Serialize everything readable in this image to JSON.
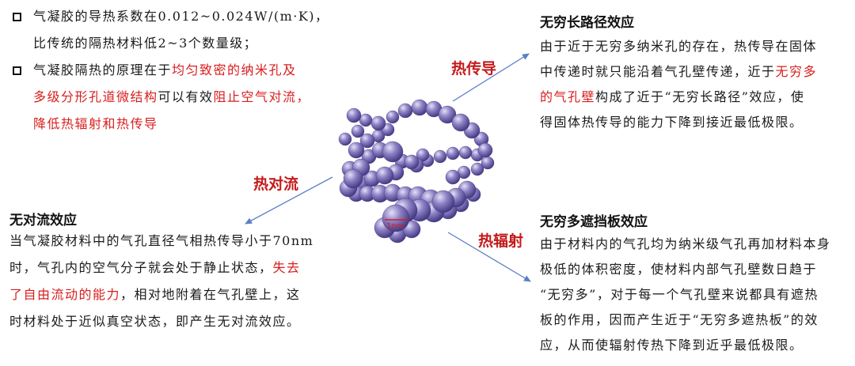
{
  "top_left": {
    "b1_line1": "气凝胶的导热系数在0.012~0.024W/(m·K)，",
    "b1_line2": "比传统的隔热材料低2~3个数量级；",
    "b2_l1_a": "气凝胶隔热的原理在于",
    "b2_l1_red": "均匀致密的纳米孔及",
    "b2_l2_red": "多级分形孔道微结构",
    "b2_l2_mid": "可以有效",
    "b2_l2_red2": "阻止空气对流，",
    "b2_l3_red": "降低热辐射和热传导"
  },
  "mechanisms": {
    "conduction": "热传导",
    "convection": "热对流",
    "radiation": "热辐射"
  },
  "scale_label": "1nm",
  "top_right": {
    "title": "无穷长路径效应",
    "l1": "由于近于无穷多纳米孔的存在，热传导在固体",
    "l2": "中传递时就只能沿着气孔壁传递，近于",
    "l2_red": "无穷多",
    "l3_red": "的气孔壁",
    "l3": "构成了近于“无穷长路径”效应，使",
    "l4": "得固体热传导的能力下降到接近最低极限。"
  },
  "bottom_left": {
    "title": "无对流效应",
    "l1": "当气凝胶材料中的气孔直径气相热传导小于70nm",
    "l2": "时，气孔内的空气分子就会处于静止状态，",
    "l2_red": "失去",
    "l3_red": "了自由流动的能力",
    "l3": "，相对地附着在气孔壁上，这",
    "l4": "时材料处于近似真空状态，即产生无对流效应。"
  },
  "bottom_right": {
    "title": "无穷多遮挡板效应",
    "l1": "由于材料内的气孔均为纳米级气孔再加材料本身",
    "l2": "极低的体积密度，使材料内部气孔壁数日趋于",
    "l3": "“无穷多”，对于每一个气孔壁来说都具有遮热",
    "l4": "板的作用，因而产生近于“无穷多遮热板”的效",
    "l5": "应，从而使辐射传热下降到近乎最低极限。"
  },
  "colors": {
    "accent_red": "#d81e1e",
    "arrow_blue": "#5b7fc7",
    "sphere_purple": "#7a6fb5"
  }
}
